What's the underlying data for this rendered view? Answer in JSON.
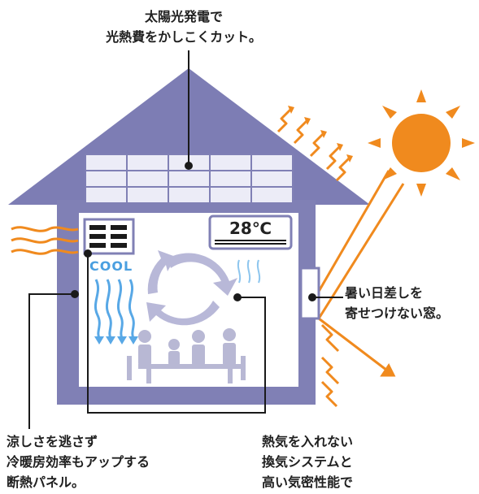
{
  "labels": {
    "top": [
      "太陽光発電で",
      "光熱費をかしこくカット。"
    ],
    "window": [
      "暑い日差しを",
      "寄せつけない窓。"
    ],
    "panel": [
      "涼しさを逃さず",
      "冷暖房効率もアップする",
      "断熱パネル。"
    ],
    "vent": [
      "熱気を入れない",
      "換気システムと",
      "高い気密性能で"
    ]
  },
  "aircon": {
    "temperature": "28℃",
    "mode": "COOL"
  },
  "colors": {
    "house_body": "#8080b5",
    "roof": "#7d7db4",
    "interior": "#ffffff",
    "solar_panel": "#ececf7",
    "sun": "#f08a1e",
    "heat_arrows": "#f08a1e",
    "cool_air": "#58a8e6",
    "circulation_arrows": "#b8b8d8",
    "people": "#b8b8d4",
    "leader_lines": "#1a1a1a"
  }
}
